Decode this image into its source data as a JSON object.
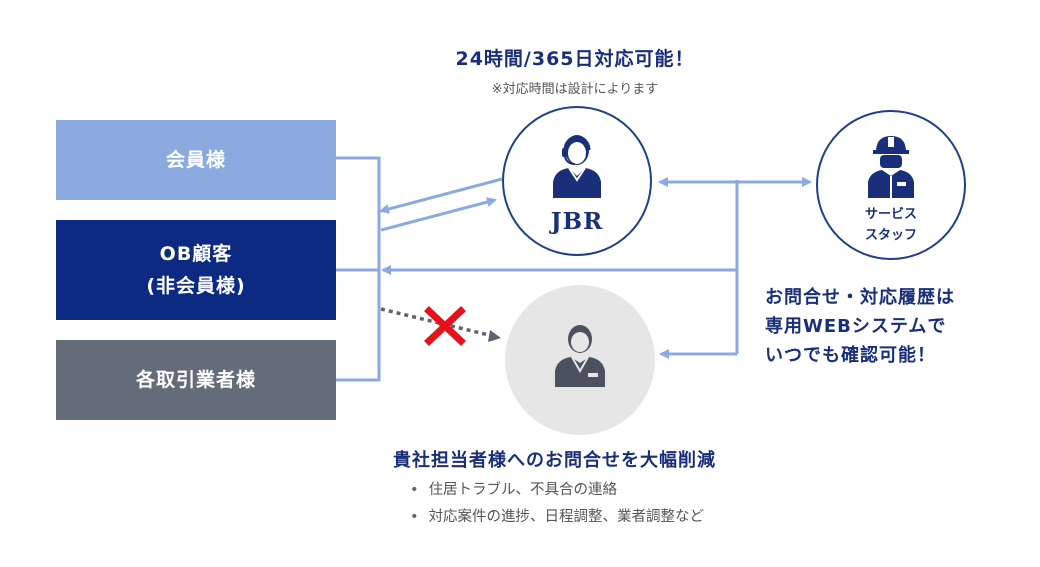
{
  "colors": {
    "member_box": "#8aaae0",
    "ob_box": "#0c2a82",
    "vendor_box": "#636d79",
    "arrow": "#8aaae0",
    "dark_blue": "#1a2f7a",
    "cross": "#e5111b"
  },
  "customers": [
    {
      "line1": "会員様",
      "line2": ""
    },
    {
      "line1": "OB顧客",
      "line2": "(非会員様)"
    },
    {
      "line1": "各取引業者様",
      "line2": ""
    }
  ],
  "headline": "24時間/365日対応可能！",
  "note": "※対応時間は設計によります",
  "jbr": {
    "logo": "JBR",
    "icon": "headset-operator-icon"
  },
  "staff": {
    "line1": "サービス",
    "line2": "スタッフ",
    "icon": "helmet-worker-icon"
  },
  "web_system": {
    "line1": "お問合せ・対応履歴は",
    "line2": "専用WEBシステムで",
    "line3": "いつでも確認可能！"
  },
  "person_icon": "staff-person-icon",
  "blocked_icon": "cross-icon",
  "reduction": {
    "title": "貴社担当者様へのお問合せを大幅削減",
    "bullets": [
      "住居トラブル、不具合の連絡",
      "対応案件の進捗、日程調整、業者調整など"
    ]
  }
}
